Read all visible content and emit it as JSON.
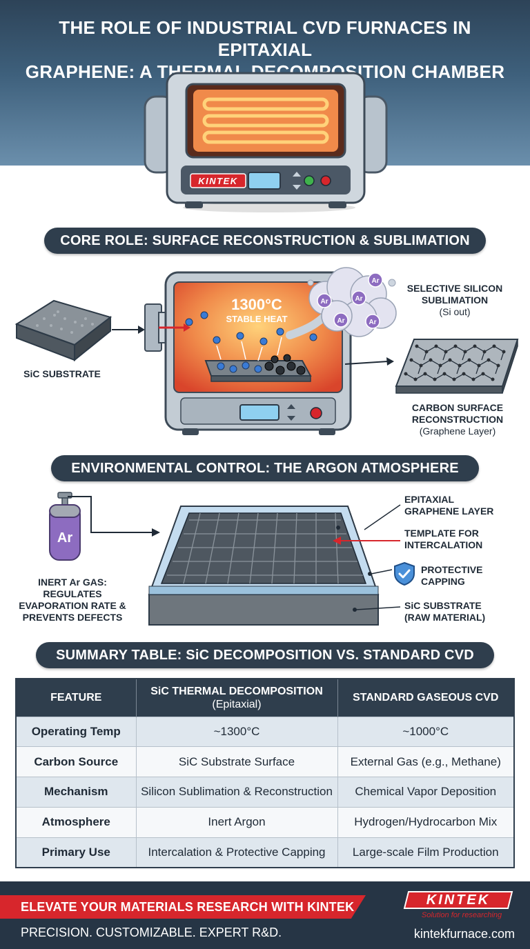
{
  "header": {
    "title_line1": "THE ROLE OF INDUSTRIAL CVD FURNACES IN EPITAXIAL",
    "title_line2": "GRAPHENE: A THERMAL DECOMPOSITION CHAMBER",
    "furnace_brand": "KINTEK"
  },
  "section_core": {
    "title": "CORE ROLE: SURFACE RECONSTRUCTION & SUBLIMATION",
    "substrate_label": "SiC SUBSTRATE",
    "temp": "1300°C",
    "temp_caption": "STABLE HEAT",
    "argon_symbol": "Ar",
    "sublimation_title": "SELECTIVE SILICON SUBLIMATION",
    "sublimation_sub": "(Si out)",
    "reconstruction_title": "CARBON SURFACE RECONSTRUCTION",
    "reconstruction_sub": "(Graphene Layer)"
  },
  "section_env": {
    "title": "ENVIRONMENTAL CONTROL: THE ARGON ATMOSPHERE",
    "cylinder_symbol": "Ar",
    "gas_label": "INERT Ar GAS: REGULATES EVAPORATION RATE & PREVENTS DEFECTS",
    "callouts": [
      "EPITAXIAL GRAPHENE LAYER",
      "TEMPLATE FOR INTERCALATION",
      "PROTECTIVE CAPPING",
      "SiC SUBSTRATE (RAW MATERIAL)"
    ]
  },
  "summary": {
    "title": "SUMMARY TABLE: SiC DECOMPOSITION VS. STANDARD CVD",
    "columns": [
      {
        "label": "FEATURE",
        "sub": ""
      },
      {
        "label": "SiC THERMAL DECOMPOSITION",
        "sub": "(Epitaxial)"
      },
      {
        "label": "STANDARD GASEOUS CVD",
        "sub": ""
      }
    ],
    "rows": [
      [
        "Operating Temp",
        "~1300°C",
        "~1000°C"
      ],
      [
        "Carbon Source",
        "SiC Substrate Surface",
        "External Gas (e.g., Methane)"
      ],
      [
        "Mechanism",
        "Silicon Sublimation & Reconstruction",
        "Chemical Vapor Deposition"
      ],
      [
        "Atmosphere",
        "Inert Argon",
        "Hydrogen/Hydrocarbon Mix"
      ],
      [
        "Primary Use",
        "Intercalation & Protective Capping",
        "Large-scale Film Production"
      ]
    ]
  },
  "footer": {
    "cta": "ELEVATE YOUR MATERIALS RESEARCH WITH KINTEK",
    "tagline": "PRECISION. CUSTOMIZABLE. EXPERT R&D.",
    "brand": "KINTEK",
    "slogan": "Solution for researching",
    "website": "kintekfurnace.com"
  },
  "colors": {
    "navy": "#2f3e4d",
    "accent_red": "#d7262c",
    "heat_orange": "#f07a3c",
    "argon_purple": "#8d6cc0"
  }
}
